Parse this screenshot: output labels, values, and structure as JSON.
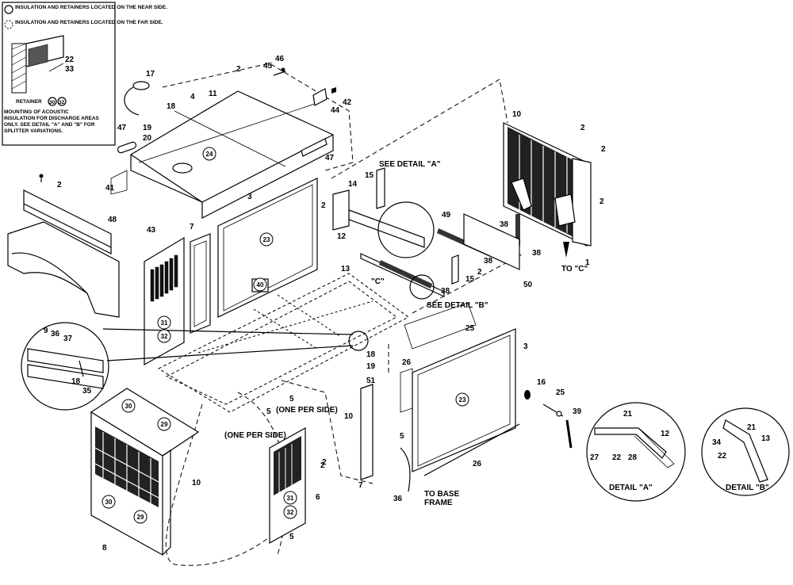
{
  "legend": {
    "solid_circle_text": "INSULATION AND RETAINERS LOCATED ON THE NEAR SIDE.",
    "dashed_circle_text": "INSULATION AND RETAINERS LOCATED ON THE FAR SIDE.",
    "retainer_label": "RETAINER",
    "retainer_refs": [
      "30",
      "32"
    ],
    "callouts": [
      "22",
      "33"
    ],
    "mounting_note": "MOUNTING OF ACOUSTIC INSULATION FOR DISCHARGE AREAS ONLY. SEE DETAIL \"A\" AND \"B\" FOR SPLITTER VARIATIONS."
  },
  "annotations": {
    "see_detail_a": "SEE DETAIL \"A\"",
    "see_detail_b": "SEE DETAIL \"B\"",
    "to_c": "TO \"C\"",
    "c_marker": "\"C\"",
    "one_per_side_1": "(ONE PER SIDE)",
    "one_per_side_2": "(ONE PER SIDE)",
    "to_base_frame": "TO BASE FRAME"
  },
  "details": {
    "detail_a_title": "DETAIL \"A\"",
    "detail_b_title": "DETAIL \"B\"",
    "detail_a_callouts": [
      "21",
      "22",
      "27",
      "28",
      "12"
    ],
    "detail_b_callouts": [
      "21",
      "34",
      "22",
      "13"
    ],
    "inset_callouts": [
      "9",
      "36",
      "37",
      "18",
      "35"
    ]
  },
  "circled_refs": [
    "24",
    "23",
    "40",
    "31",
    "32",
    "30",
    "29",
    "30",
    "29",
    "31",
    "32",
    "23"
  ],
  "part_callouts": [
    "17",
    "18",
    "19",
    "20",
    "47",
    "4",
    "11",
    "2",
    "45",
    "46",
    "42",
    "44",
    "47",
    "2",
    "41",
    "48",
    "43",
    "7",
    "3",
    "2",
    "14",
    "15",
    "12",
    "13",
    "10",
    "2",
    "2",
    "2",
    "49",
    "38",
    "38",
    "38",
    "2",
    "15",
    "38",
    "50",
    "1",
    "25",
    "3",
    "18",
    "19",
    "26",
    "51",
    "16",
    "25",
    "39",
    "5",
    "5",
    "2",
    "10",
    "8",
    "10",
    "7",
    "5",
    "36",
    "26",
    "6",
    "2",
    "5"
  ]
}
